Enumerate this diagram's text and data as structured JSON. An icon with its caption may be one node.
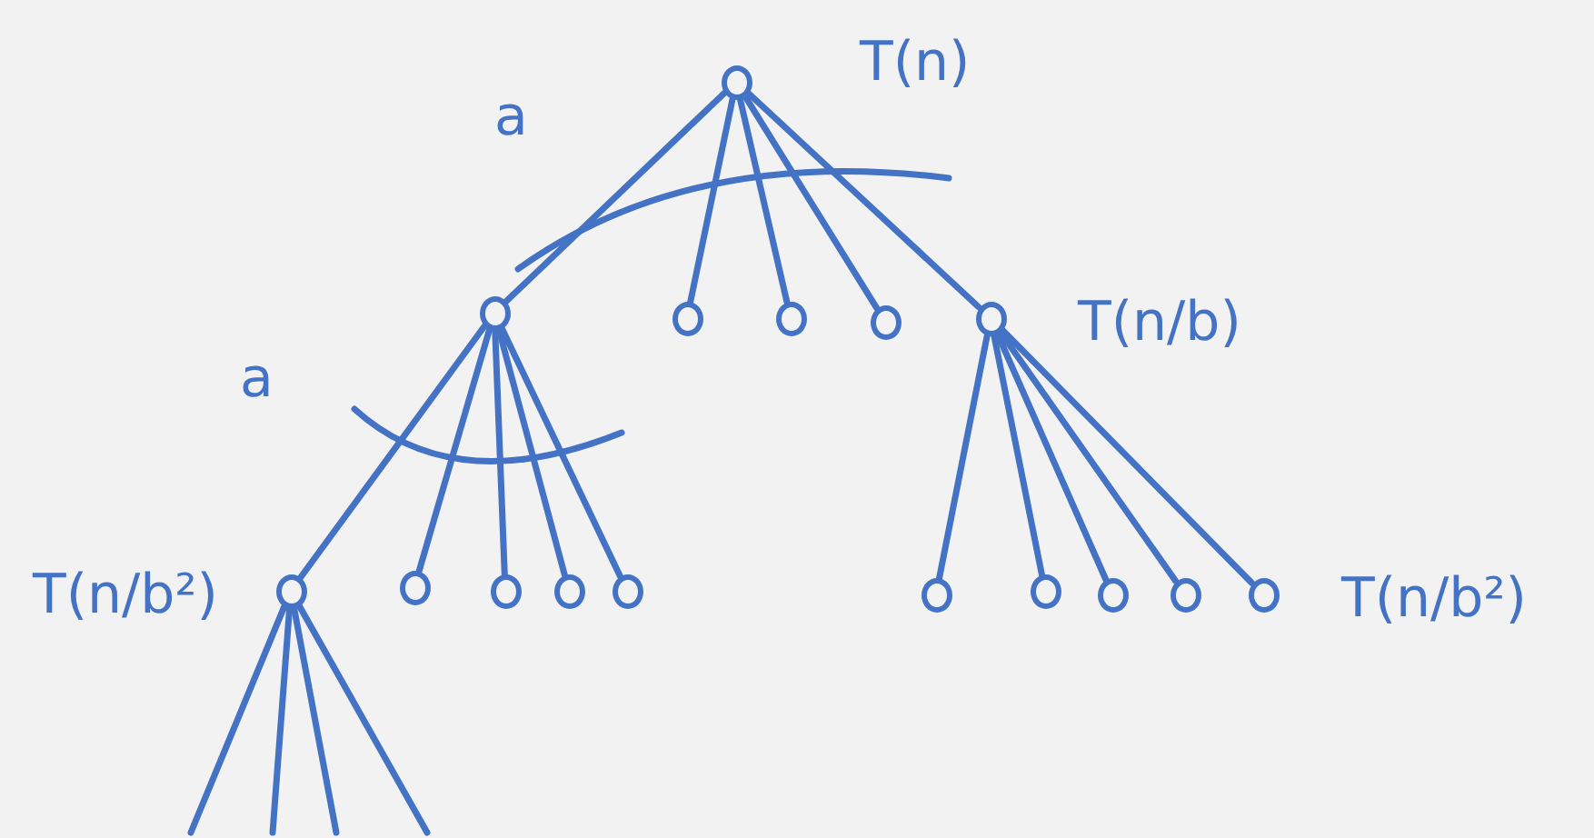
{
  "diagram": {
    "nodes": [
      {
        "text": [],
        "shape": "circle",
        "beside": [
          "T(n)"
        ]
      },
      {
        "text": [],
        "shape": "circle"
      },
      {
        "text": [],
        "shape": "circle"
      },
      {
        "text": [],
        "shape": "circle"
      },
      {
        "text": [],
        "shape": "circle"
      },
      {
        "text": [],
        "shape": "circle",
        "beside": [
          "T(n/b)"
        ]
      },
      {
        "text": [],
        "shape": "circle",
        "beside": [
          "T(n/b²)"
        ]
      },
      {
        "text": [],
        "shape": "circle"
      },
      {
        "text": [],
        "shape": "circle"
      },
      {
        "text": [],
        "shape": "circle"
      },
      {
        "text": [],
        "shape": "circle"
      },
      {
        "text": [],
        "shape": "circle"
      },
      {
        "text": [],
        "shape": "circle"
      },
      {
        "text": [],
        "shape": "circle"
      },
      {
        "text": [],
        "shape": "circle"
      },
      {
        "text": [],
        "shape": "circle",
        "beside": [
          "T(n/b²)"
        ]
      }
    ],
    "edges": [
      {
        "from": 0,
        "to": 1,
        "arrow": "none"
      },
      {
        "from": 0,
        "to": 2,
        "arrow": "none"
      },
      {
        "from": 0,
        "to": 3,
        "arrow": "none"
      },
      {
        "from": 0,
        "to": 4,
        "arrow": "none"
      },
      {
        "from": 0,
        "to": 5,
        "arrow": "none"
      },
      {
        "from": 1,
        "to": 6,
        "arrow": "none"
      },
      {
        "from": 1,
        "to": 7,
        "arrow": "none"
      },
      {
        "from": 1,
        "to": 8,
        "arrow": "none"
      },
      {
        "from": 1,
        "to": 9,
        "arrow": "none"
      },
      {
        "from": 1,
        "to": 10,
        "arrow": "none"
      },
      {
        "from": 5,
        "to": 11,
        "arrow": "none"
      },
      {
        "from": 5,
        "to": 12,
        "arrow": "none"
      },
      {
        "from": 5,
        "to": 13,
        "arrow": "none"
      },
      {
        "from": 5,
        "to": 14,
        "arrow": "none"
      },
      {
        "from": 5,
        "to": 15,
        "arrow": "none"
      },
      {
        "from": 6,
        "to": null,
        "arrow": "none"
      },
      {
        "from": 6,
        "to": null,
        "arrow": "none"
      },
      {
        "from": 6,
        "to": null,
        "arrow": "none"
      },
      {
        "from": 6,
        "to": null,
        "arrow": "none"
      }
    ],
    "labels": [
      "a",
      "a"
    ]
  }
}
